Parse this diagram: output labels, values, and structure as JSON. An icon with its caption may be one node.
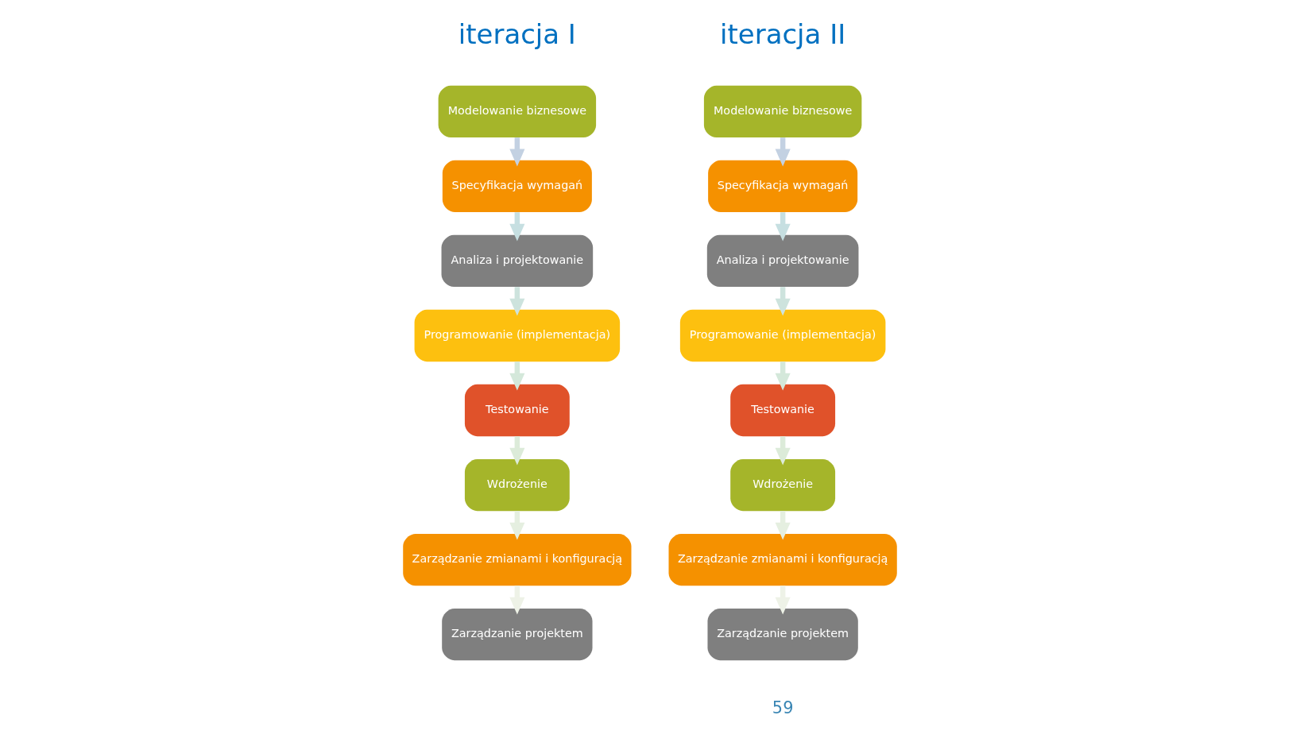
{
  "diagram": {
    "nodes": [
      {
        "text": [
          "Modelowanie biznesowe"
        ]
      },
      {
        "text": [
          "Specyfikacja wymagań"
        ]
      },
      {
        "text": [
          "Analiza i projektowanie"
        ]
      },
      {
        "text": [
          "Programowanie (implementacja)"
        ]
      },
      {
        "text": [
          "Testowanie"
        ]
      },
      {
        "text": [
          "Wdrożenie"
        ]
      },
      {
        "text": [
          "Zarządzanie zmianami i konfiguracją"
        ]
      },
      {
        "text": [
          "Zarządzanie projektem"
        ]
      },
      {
        "text": [
          "Modelowanie biznesowe"
        ]
      },
      {
        "text": [
          "Specyfikacja wymagań"
        ]
      },
      {
        "text": [
          "Analiza i projektowanie"
        ]
      },
      {
        "text": [
          "Programowanie (implementacja)"
        ]
      },
      {
        "text": [
          "Testowanie"
        ]
      },
      {
        "text": [
          "Wdrożenie"
        ]
      },
      {
        "text": [
          "Zarządzanie zmianami i konfiguracją"
        ]
      },
      {
        "text": [
          "Zarządzanie projektem"
        ]
      }
    ],
    "edges": [
      {
        "from": 0,
        "to": 1,
        "arrow": "to",
        "color": "#c3d1e2"
      },
      {
        "from": 1,
        "to": 2,
        "arrow": "to",
        "color": "#c6dfe1"
      },
      {
        "from": 2,
        "to": 3,
        "arrow": "to",
        "color": "#cde3dd"
      },
      {
        "from": 3,
        "to": 4,
        "arrow": "to",
        "color": "#d4e8da"
      },
      {
        "from": 4,
        "to": 5,
        "arrow": "to",
        "color": "#dcebd9"
      },
      {
        "from": 5,
        "to": 6,
        "arrow": "to",
        "color": "#e5efe0"
      },
      {
        "from": 6,
        "to": 7,
        "arrow": "to",
        "color": "#eef2e7"
      },
      {
        "from": 8,
        "to": 9,
        "arrow": "to",
        "color": "#c3d1e2"
      },
      {
        "from": 9,
        "to": 10,
        "arrow": "to",
        "color": "#c6dfe1"
      },
      {
        "from": 10,
        "to": 11,
        "arrow": "to",
        "color": "#cde3dd"
      },
      {
        "from": 11,
        "to": 12,
        "arrow": "to",
        "color": "#d4e8da"
      },
      {
        "from": 12,
        "to": 13,
        "arrow": "to",
        "color": "#dcebd9"
      },
      {
        "from": 13,
        "to": 14,
        "arrow": "to",
        "color": "#e5efe0"
      },
      {
        "from": 14,
        "to": 15,
        "arrow": "to",
        "color": "#eef2e7"
      }
    ],
    "labels": [
      "iteracja I",
      "iteracja II",
      "59"
    ]
  }
}
